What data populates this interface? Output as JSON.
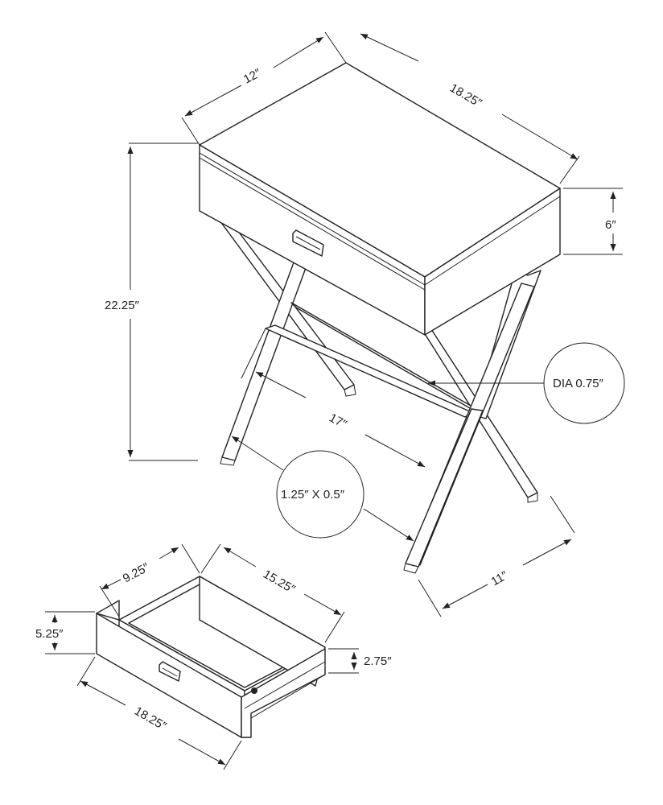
{
  "colors": {
    "line": "#222222",
    "background": "#ffffff"
  },
  "table": {
    "width": "12″",
    "length": "18.25″",
    "height": "22.25″",
    "drawer_height": "6″",
    "leg_spread": "17″",
    "depth_at_feet": "11″",
    "leg_profile": "1.25″ X 0.5″",
    "rod_diameter": "DIA 0.75″"
  },
  "drawer": {
    "inner_width": "9.25″",
    "inner_length": "15.25″",
    "front_height": "5.25″",
    "inner_depth": "2.75″",
    "front_length": "18.25″"
  }
}
